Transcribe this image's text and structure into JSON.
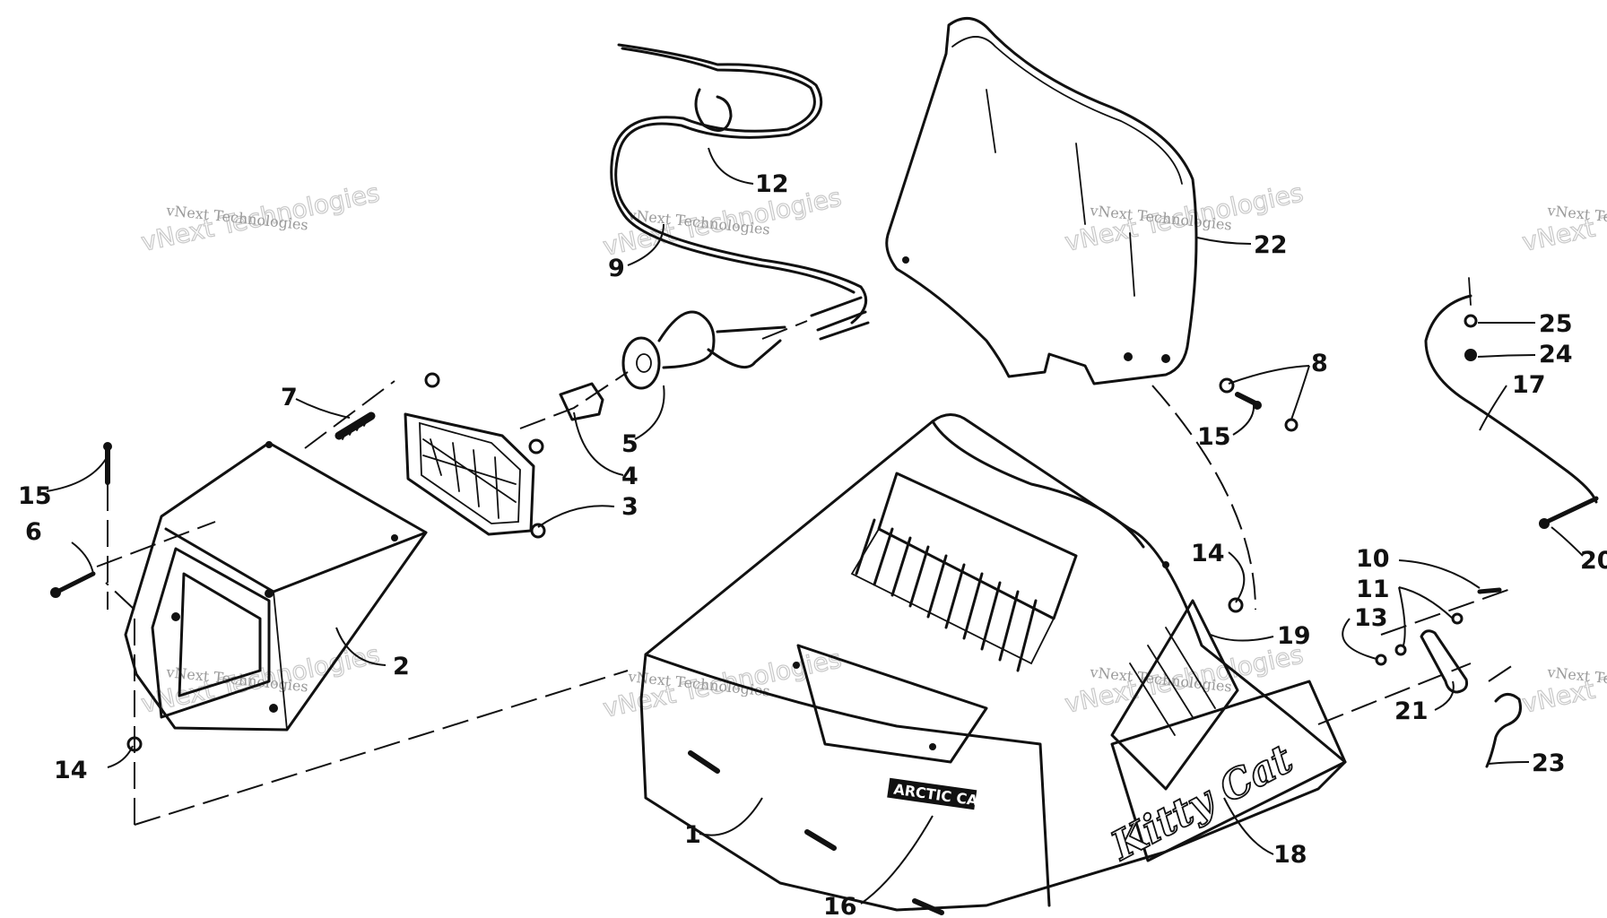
{
  "diagram": {
    "callouts": [
      {
        "id": "c1",
        "text": "1"
      },
      {
        "id": "c2",
        "text": "2"
      },
      {
        "id": "c3",
        "text": "3"
      },
      {
        "id": "c4",
        "text": "4"
      },
      {
        "id": "c5",
        "text": "5"
      },
      {
        "id": "c6",
        "text": "6"
      },
      {
        "id": "c7",
        "text": "7"
      },
      {
        "id": "c8",
        "text": "8"
      },
      {
        "id": "c9",
        "text": "9"
      },
      {
        "id": "c10",
        "text": "10"
      },
      {
        "id": "c11",
        "text": "11"
      },
      {
        "id": "c12",
        "text": "12"
      },
      {
        "id": "c13",
        "text": "13"
      },
      {
        "id": "c14a",
        "text": "14"
      },
      {
        "id": "c14b",
        "text": "14"
      },
      {
        "id": "c15a",
        "text": "15"
      },
      {
        "id": "c15b",
        "text": "15"
      },
      {
        "id": "c16",
        "text": "16"
      },
      {
        "id": "c17",
        "text": "17"
      },
      {
        "id": "c18",
        "text": "18"
      },
      {
        "id": "c19",
        "text": "19"
      },
      {
        "id": "c20",
        "text": "20"
      },
      {
        "id": "c21",
        "text": "21"
      },
      {
        "id": "c22",
        "text": "22"
      },
      {
        "id": "c23",
        "text": "23"
      },
      {
        "id": "c24",
        "text": "24"
      },
      {
        "id": "c25",
        "text": "25"
      }
    ],
    "decals": {
      "side": "Kitty Cat",
      "front": "ARCTIC CAT"
    },
    "watermark": {
      "line1": "vNext Technologies",
      "line2": "vNext Technologies"
    }
  }
}
